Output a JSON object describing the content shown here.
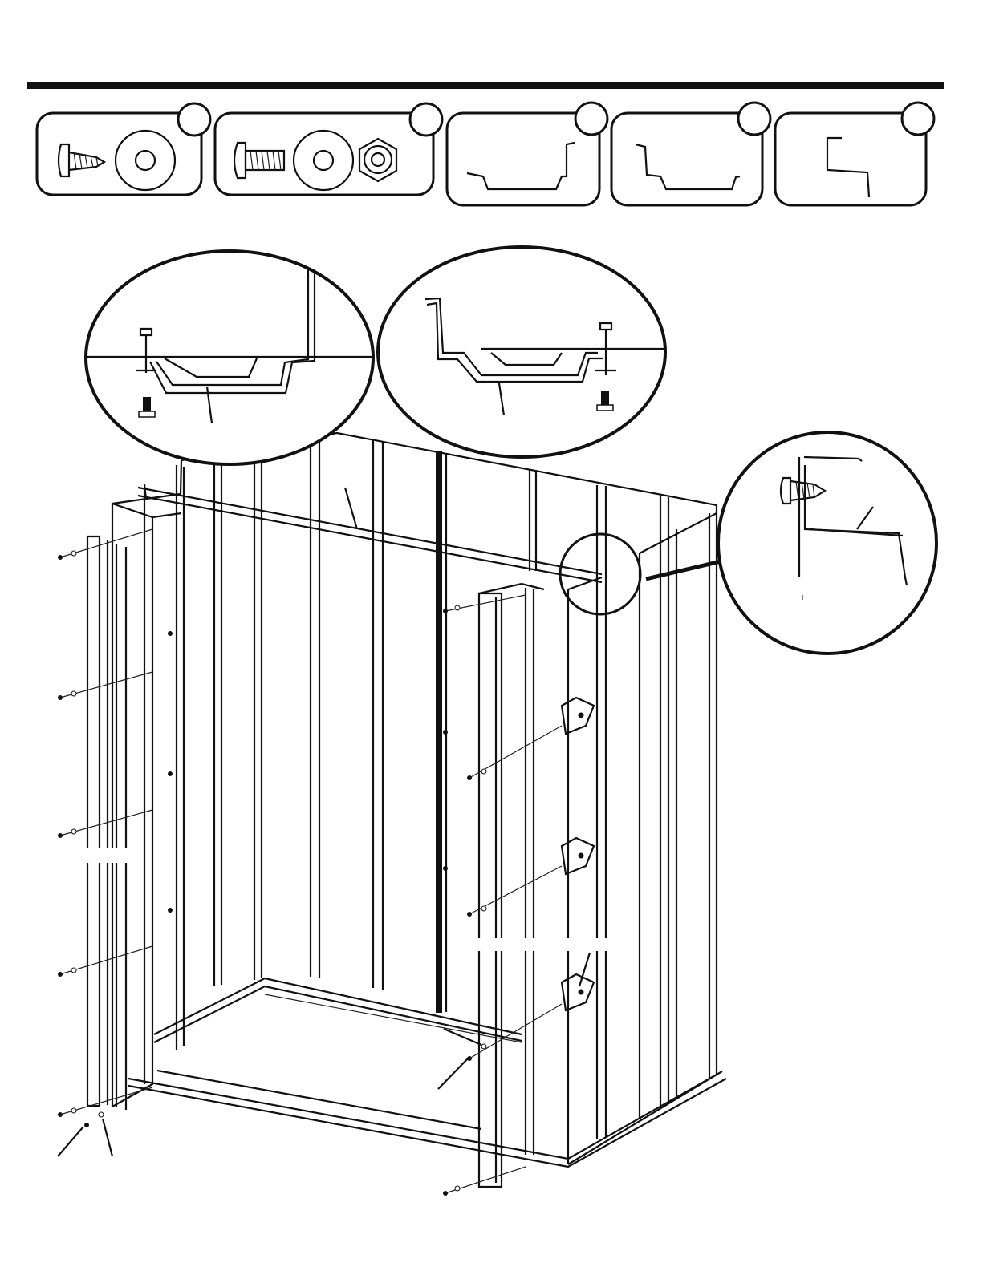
{
  "page": {
    "background": "#ffffff",
    "line_color": "#111111"
  },
  "parts_strip": [
    {
      "name": "screw-washer-pack",
      "items": [
        "self-tapping-screw-icon",
        "flat-washer-icon"
      ]
    },
    {
      "name": "bolt-washer-nut-pack",
      "items": [
        "machine-bolt-icon",
        "flat-washer-icon",
        "hex-nut-icon"
      ]
    },
    {
      "name": "channel-profile-a",
      "items": [
        "channel-profile-icon"
      ]
    },
    {
      "name": "channel-profile-b",
      "items": [
        "channel-profile-icon"
      ]
    },
    {
      "name": "bracket-profile",
      "items": [
        "z-bracket-profile-icon"
      ]
    }
  ],
  "detail_views": [
    {
      "name": "detail-left-channel",
      "shows": "bolt-through-channel"
    },
    {
      "name": "detail-right-channel",
      "shows": "bolt-through-channel"
    },
    {
      "name": "detail-corner-bracket",
      "shows": "screw-into-bracket"
    }
  ]
}
